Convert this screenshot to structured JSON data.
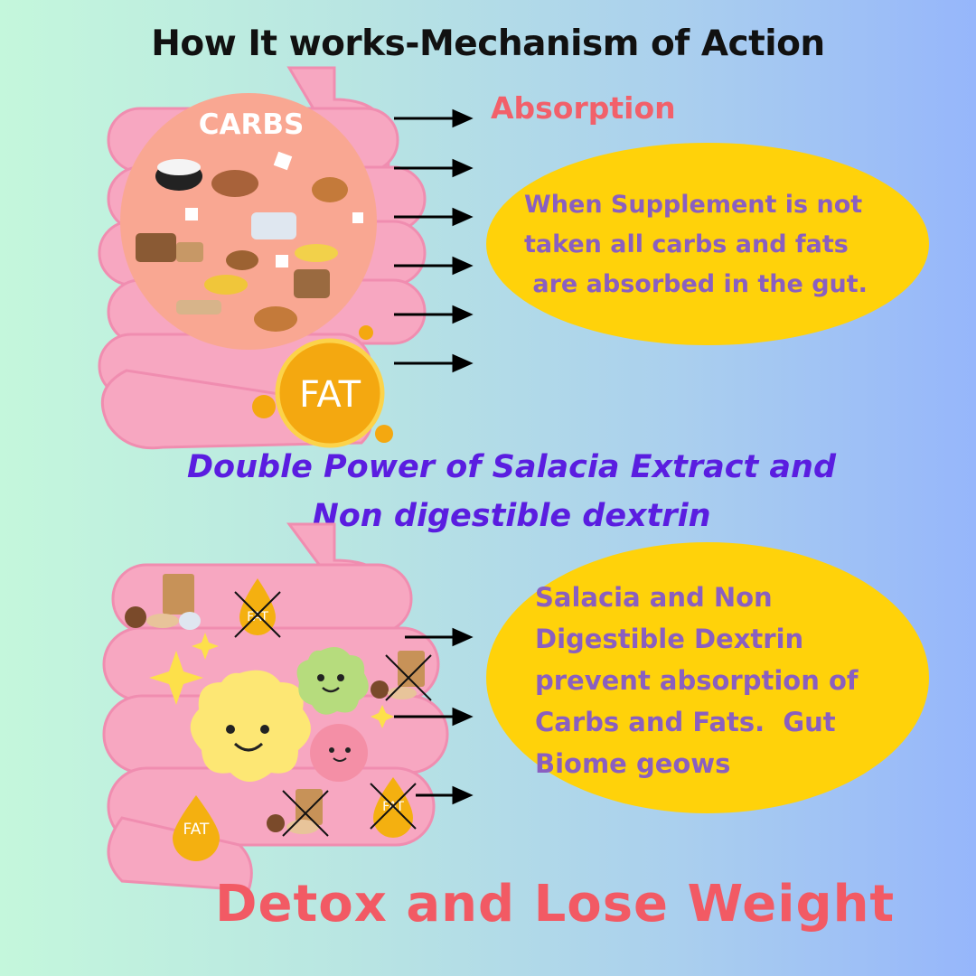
{
  "title": "How It works-Mechanism of Action",
  "top_panel": {
    "absorption_label": "Absorption",
    "carbs_label": "CARBS",
    "fat_label": "FAT",
    "bubble_text": "When Supplement is not\ntaken all carbs and fats\n are absorbed in the gut."
  },
  "middle_heading": "Double Power of Salacia Extract and\nNon digestible dextrin",
  "bottom_panel": {
    "fat_label": "FAT",
    "bubble_text": "Salacia and Non\nDigestible Dextrin\nprevent absorption of\nCarbs and Fats.  Gut\nBiome geows"
  },
  "footer": "Detox and Lose Weight",
  "colors": {
    "intestine": "#f7a7c1",
    "bubble": "#ffd20a",
    "fat_drop": "#f4b010",
    "accent_red": "#f25a64",
    "purple": "#5a1de0"
  }
}
